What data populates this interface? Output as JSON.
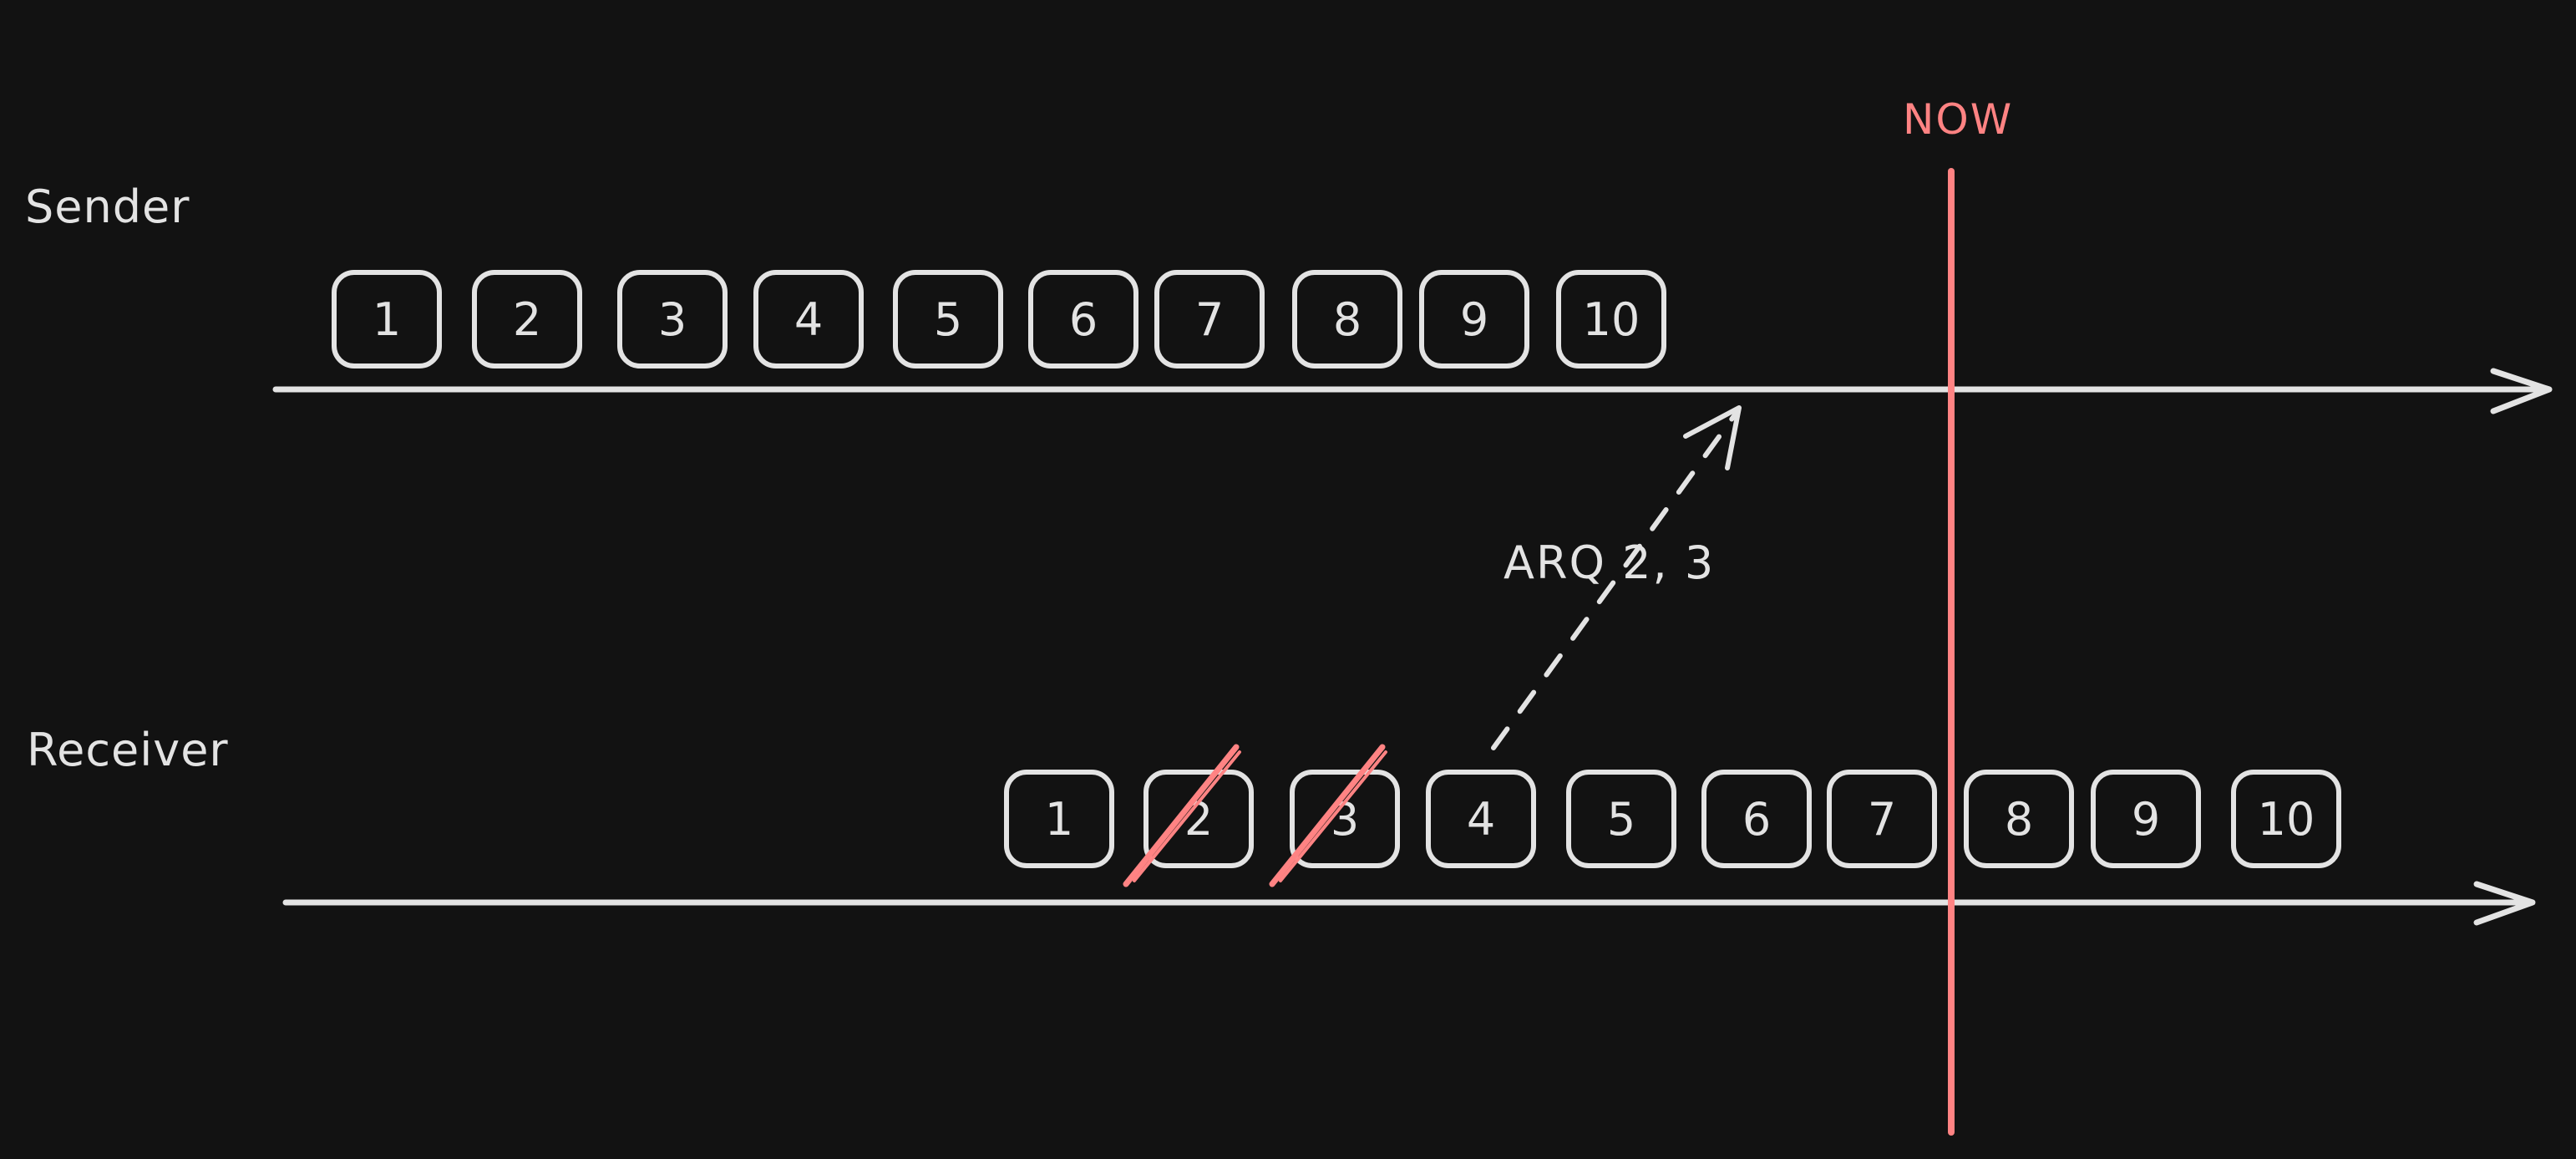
{
  "diagram": {
    "now_label": "NOW",
    "sender": {
      "label": "Sender",
      "packets": [
        "1",
        "2",
        "3",
        "4",
        "5",
        "6",
        "7",
        "8",
        "9",
        "10"
      ]
    },
    "receiver": {
      "label": "Receiver",
      "packets": [
        "1",
        "2",
        "3",
        "4",
        "5",
        "6",
        "7",
        "8",
        "9",
        "10"
      ],
      "lost_packets": [
        "2",
        "3"
      ]
    },
    "arq_request": {
      "label": "ARQ 2, 3"
    },
    "colors": {
      "background": "#121212",
      "stroke": "#e3e3e3",
      "accent": "#ff8383"
    }
  }
}
